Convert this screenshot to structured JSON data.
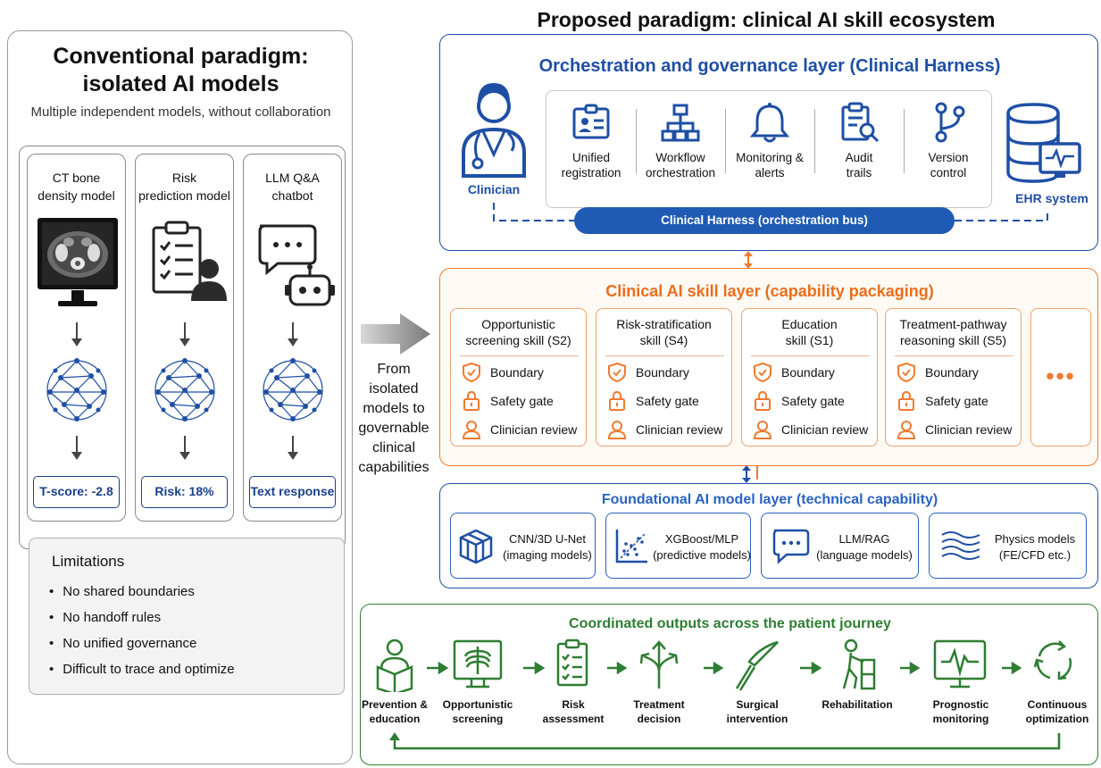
{
  "right_title": "Proposed paradigm: clinical AI skill ecosystem",
  "left": {
    "title_line1": "Conventional paradigm:",
    "title_line2": "isolated AI models",
    "subtitle": "Multiple independent models, without collaboration",
    "models": [
      {
        "name_line1": "CT bone",
        "name_line2": "density model",
        "result": "T-score: -2.8"
      },
      {
        "name_line1": "Risk",
        "name_line2": "prediction model",
        "result": "Risk: 18%"
      },
      {
        "name_line1": "LLM Q&A",
        "name_line2": "chatbot",
        "result": "Text response"
      }
    ],
    "limitations_title": "Limitations",
    "limitations": [
      "No shared boundaries",
      "No handoff rules",
      "No unified governance",
      "Difficult to trace and optimize"
    ]
  },
  "middle_text": [
    "From",
    "isolated",
    "models to",
    "governable",
    "clinical",
    "capabilities"
  ],
  "orchestration": {
    "title": "Orchestration and governance layer (Clinical Harness)",
    "clinician": "Clinician",
    "ehr": "EHR system",
    "bus": "Clinical Harness (orchestration bus)",
    "items": [
      {
        "icon": "id-card-icon",
        "line1": "Unified",
        "line2": "registration"
      },
      {
        "icon": "workflow-icon",
        "line1": "Workflow",
        "line2": "orchestration"
      },
      {
        "icon": "bell-icon",
        "line1": "Monitoring &",
        "line2": "alerts"
      },
      {
        "icon": "audit-clipboard-icon",
        "line1": "Audit",
        "line2": "trails"
      },
      {
        "icon": "branch-icon",
        "line1": "Version",
        "line2": "control"
      }
    ]
  },
  "skills": {
    "title": "Clinical AI skill layer (capability packaging)",
    "row_labels": {
      "boundary": "Boundary",
      "safety": "Safety gate",
      "review": "Clinician review"
    },
    "cards": [
      {
        "line1": "Opportunistic",
        "line2": "screening skill (S2)"
      },
      {
        "line1": "Risk-stratification",
        "line2": "skill (S4)"
      },
      {
        "line1": "Education",
        "line2": "skill (S1)"
      },
      {
        "line1": "Treatment-pathway",
        "line2": "reasoning skill (S5)"
      }
    ],
    "more": "•••"
  },
  "foundation": {
    "title": "Foundational AI model layer (technical capability)",
    "cards": [
      {
        "line1": "CNN/3D U-Net",
        "line2": "(imaging models)"
      },
      {
        "line1": "XGBoost/MLP",
        "line2": "(predictive models)"
      },
      {
        "line1": "LLM/RAG",
        "line2": "(language models)"
      },
      {
        "line1": "Physics models",
        "line2": "(FE/CFD etc.)"
      }
    ]
  },
  "journey": {
    "title": "Coordinated outputs across the patient journey",
    "steps": [
      {
        "line1": "Prevention &",
        "line2": "education"
      },
      {
        "line1": "Opportunistic",
        "line2": "screening"
      },
      {
        "line1": "Risk",
        "line2": "assessment"
      },
      {
        "line1": "Treatment",
        "line2": "decision"
      },
      {
        "line1": "Surgical",
        "line2": "intervention"
      },
      {
        "line1": "Rehabilitation",
        "line2": ""
      },
      {
        "line1": "Prognostic",
        "line2": "monitoring"
      },
      {
        "line1": "Continuous",
        "line2": "optimization"
      }
    ]
  },
  "colors": {
    "blue": "#1f4fa5",
    "orange": "#ee7b2f",
    "green": "#2e7d32",
    "navy": "#1b3f8c"
  }
}
